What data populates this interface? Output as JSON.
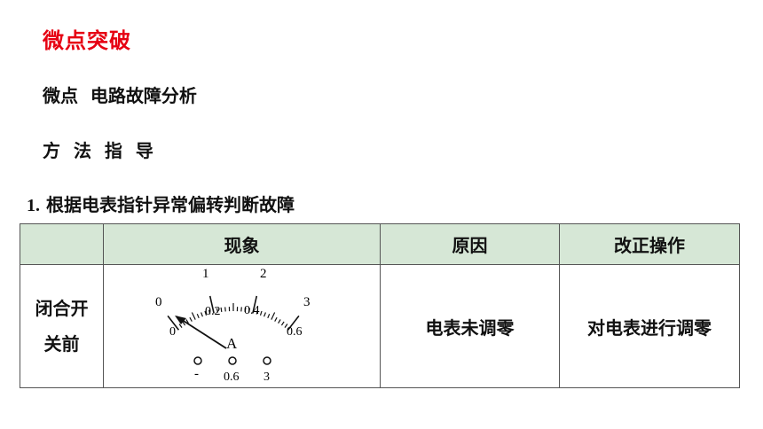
{
  "section_title": "微点突破",
  "subtitle": "微点  电路故障分析",
  "method_label": "方 法 指 导",
  "heading": {
    "number": "1.",
    "text": "根据电表指针异常偏转判断故障"
  },
  "table": {
    "headers": [
      "",
      "现象",
      "原因",
      "改正操作"
    ],
    "rows": [
      {
        "label_line1": "闭合开",
        "label_line2": "关前",
        "cause": "电表未调零",
        "fix": "对电表进行调零"
      }
    ]
  },
  "meter": {
    "outer_scale": [
      "0",
      "1",
      "2",
      "3"
    ],
    "inner_scale": [
      "0",
      "0.2",
      "0.4",
      "0.6"
    ],
    "unit": "A",
    "terminals": [
      "-",
      "0.6",
      "3"
    ]
  },
  "colors": {
    "title_red": "#e60012",
    "header_bg": "#d6e7d6",
    "border": "#555555"
  }
}
